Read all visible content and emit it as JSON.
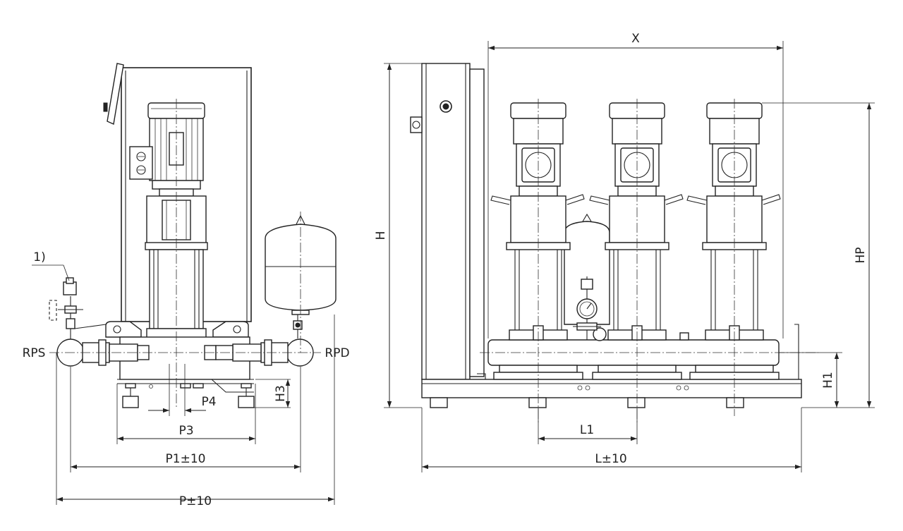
{
  "labels": {
    "X": "X",
    "H": "H",
    "HP": "HP",
    "H1": "H1",
    "H3": "H3",
    "RPS": "RPS",
    "RPD": "RPD",
    "note": "1)",
    "P": "P±10",
    "P1": "P1±10",
    "P3": "P3",
    "P4": "P4",
    "L": "L±10",
    "L1": "L1"
  }
}
